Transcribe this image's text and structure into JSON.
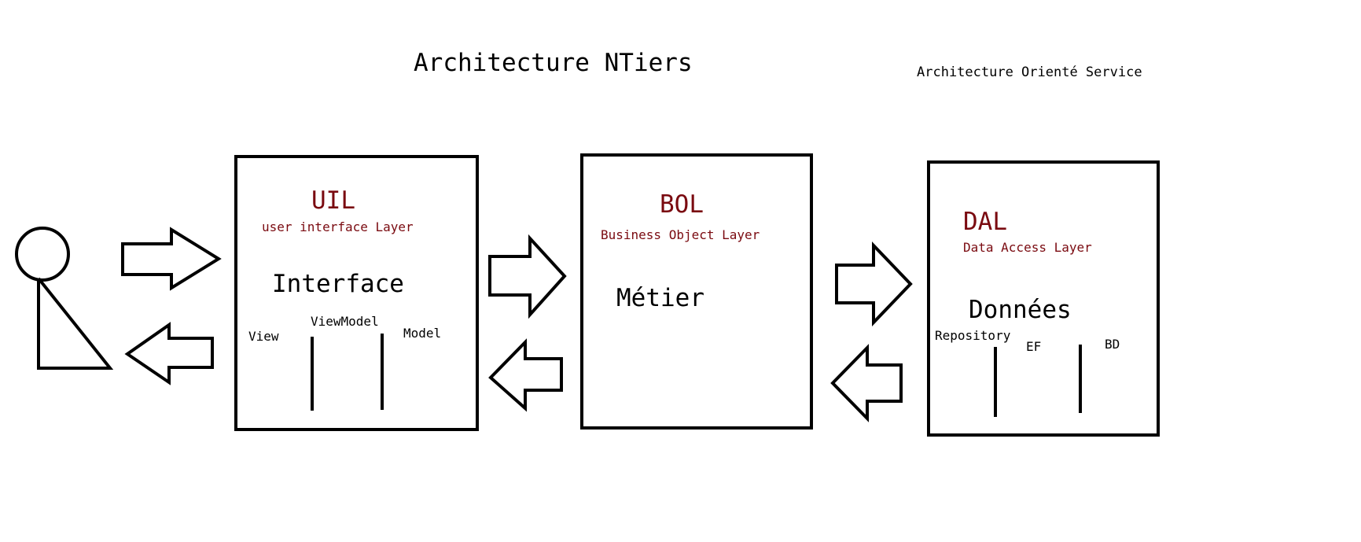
{
  "title": "Architecture NTiers",
  "subtitle": "Architecture Orienté Service",
  "colors": {
    "stroke": "#000000",
    "accent": "#7a0a10",
    "background": "#ffffff"
  },
  "layers": {
    "uil": {
      "acronym": "UIL",
      "full_name": "user interface Layer",
      "main_label": "Interface",
      "parts": [
        "View",
        "ViewModel",
        "Model"
      ]
    },
    "bol": {
      "acronym": "BOL",
      "full_name": "Business Object Layer",
      "main_label": "Métier"
    },
    "dal": {
      "acronym": "DAL",
      "full_name": "Data Access Layer",
      "main_label": "Données",
      "parts": [
        "Repository",
        "EF",
        "BD"
      ]
    }
  },
  "actor": {
    "icon": "stick-figure-user-icon"
  }
}
